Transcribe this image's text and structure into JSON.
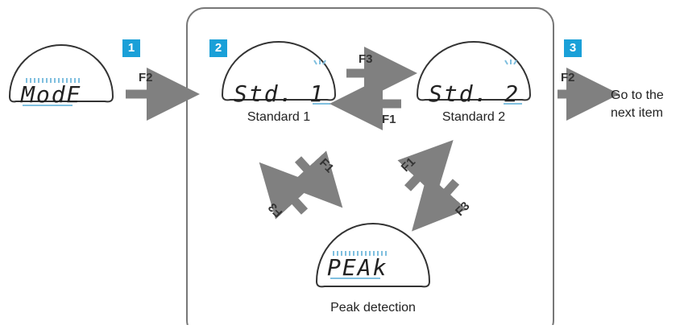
{
  "steps": [
    {
      "number": "1"
    },
    {
      "number": "2"
    },
    {
      "number": "3"
    }
  ],
  "displays": {
    "mode": {
      "text": "ModE"
    },
    "std1": {
      "text": "Std. 1",
      "caption": "Standard 1"
    },
    "std2": {
      "text": "Std. 2",
      "caption": "Standard 2"
    },
    "peak": {
      "text": "PEAk",
      "caption": "Peak detection"
    }
  },
  "keys": {
    "mode_to_std": "F2",
    "std1_to_std2": "F3",
    "std2_to_std1": "F1",
    "std1_to_peak": "F1",
    "peak_to_std1": "F3",
    "peak_to_std2": "F1",
    "std2_to_peak": "F3",
    "exit": "F2"
  },
  "exit_text": {
    "line1": "Go to the",
    "line2": "next item"
  },
  "colors": {
    "badge": "#1aa0d8",
    "arrow": "#808080",
    "frame": "#777777",
    "segment": "#7fbfdf"
  }
}
